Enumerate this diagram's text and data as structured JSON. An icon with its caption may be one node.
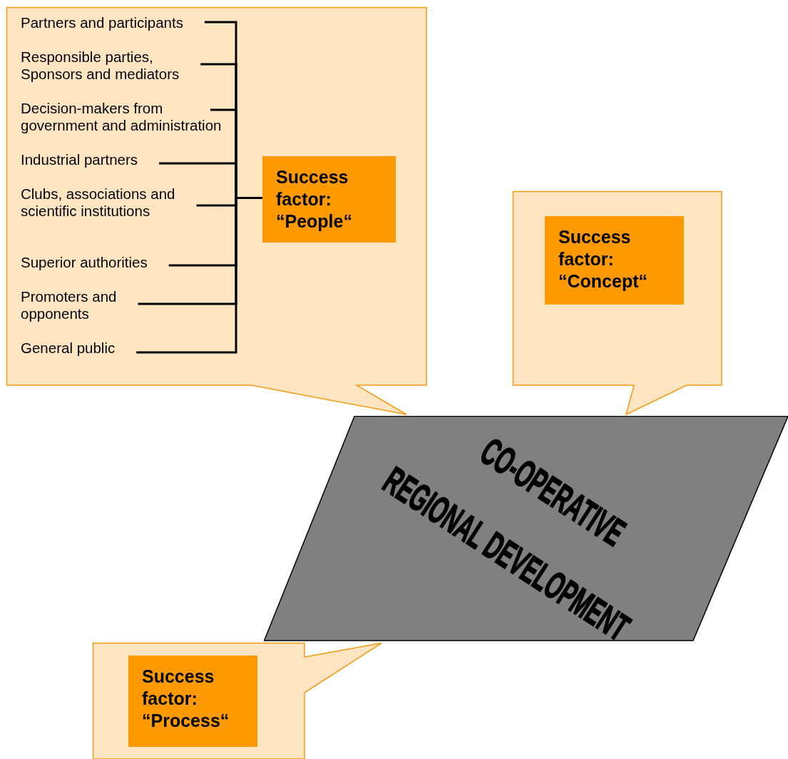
{
  "diagram": {
    "nodes": [
      {
        "text": [],
        "shape": "callout"
      },
      {
        "text": [
          "Partners and participants"
        ],
        "in": 0
      },
      {
        "text": [
          "Responsible parties, Sponsors and mediators"
        ],
        "in": 0
      },
      {
        "text": [
          "Decision-makers from government and administration"
        ],
        "in": 0
      },
      {
        "text": [
          "Industrial partners"
        ],
        "in": 0
      },
      {
        "text": [
          "Clubs, associations and scientific institutions"
        ],
        "in": 0
      },
      {
        "text": [
          "Superior authorities"
        ],
        "in": 0
      },
      {
        "text": [
          "Promoters and opponents"
        ],
        "in": 0
      },
      {
        "text": [
          "General public"
        ],
        "in": 0
      },
      {
        "text": [
          "Success factor: “People“"
        ],
        "in": 0
      },
      {
        "text": [],
        "shape": "callout"
      },
      {
        "text": [
          "Success factor: “Concept“"
        ],
        "in": 10
      },
      {
        "text": [
          "CO-OPERATIVE",
          "REGIONAL DEVELOPMENT"
        ]
      },
      {
        "text": [],
        "shape": "callout"
      },
      {
        "text": [
          "Success factor: “Process“"
        ],
        "in": 13
      }
    ],
    "edges": [
      {
        "from": 1,
        "to": 9,
        "arrow": "none"
      },
      {
        "from": 2,
        "to": 9,
        "arrow": "none"
      },
      {
        "from": 3,
        "to": 9,
        "arrow": "none"
      },
      {
        "from": 4,
        "to": 9,
        "arrow": "none"
      },
      {
        "from": 5,
        "to": 9,
        "arrow": "none"
      },
      {
        "from": 6,
        "to": 9,
        "arrow": "none"
      },
      {
        "from": 7,
        "to": 9,
        "arrow": "none"
      },
      {
        "from": 8,
        "to": 9,
        "arrow": "none"
      }
    ]
  }
}
